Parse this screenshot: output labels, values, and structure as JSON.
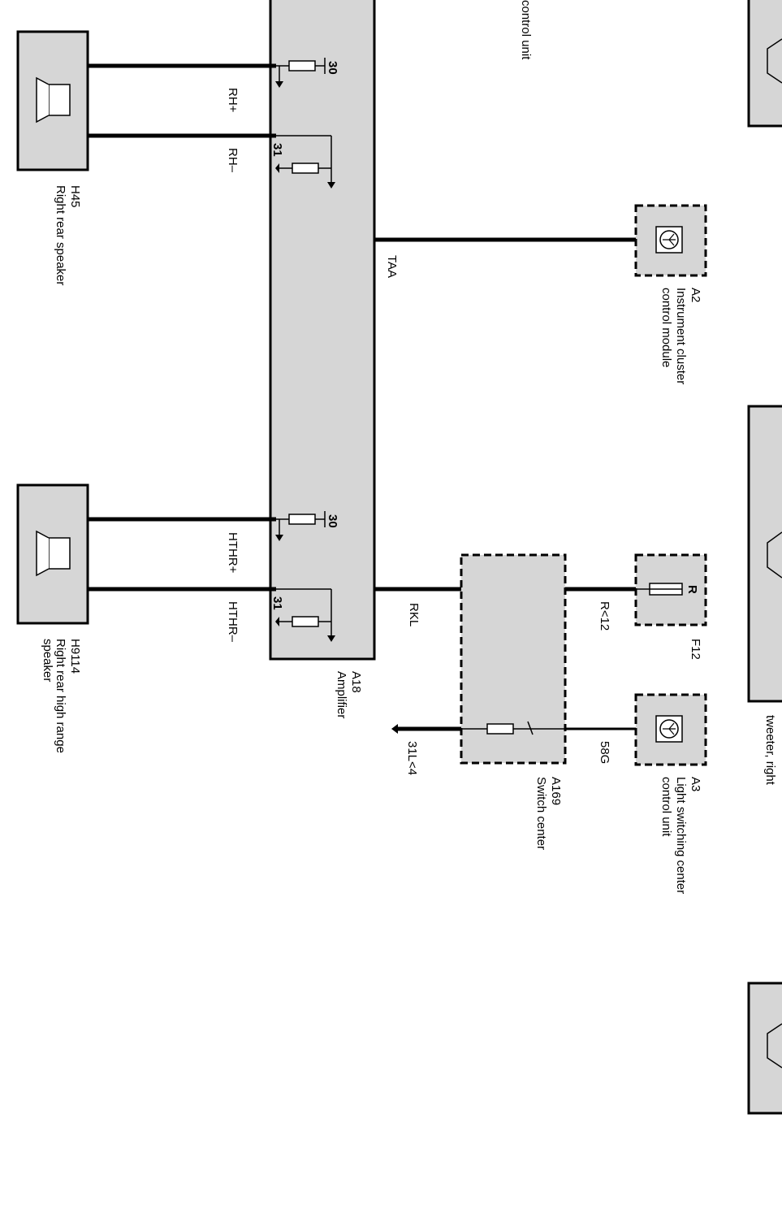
{
  "labels": {
    "top_cut": "control unit",
    "tweeter_cut": "tweeter, right",
    "pin30": "30",
    "pin31": "31",
    "rh_plus": "RH+",
    "rh_minus": "RH–",
    "hthr_plus": "HTHR+",
    "hthr_minus": "HTHR–",
    "taa": "TAA",
    "rkl": "RKL",
    "r12": "R<12",
    "g58": "58G",
    "l31": "31L<4",
    "fuse_r": "R"
  },
  "components": {
    "h45": {
      "code": "H45",
      "name": "Right rear speaker"
    },
    "h9114": {
      "code": "H9114",
      "name_line1": "Right rear high range",
      "name_line2": "speaker"
    },
    "a18": {
      "code": "A18",
      "name": "Amplifier"
    },
    "a2": {
      "code": "A2",
      "name_line1": "Instrument cluster",
      "name_line2": "control module"
    },
    "f12": {
      "code": "F12"
    },
    "a3": {
      "code": "A3",
      "name_line1": "Light switching center",
      "name_line2": "control unit"
    },
    "a169": {
      "code": "A169",
      "name": "Switch center"
    }
  }
}
